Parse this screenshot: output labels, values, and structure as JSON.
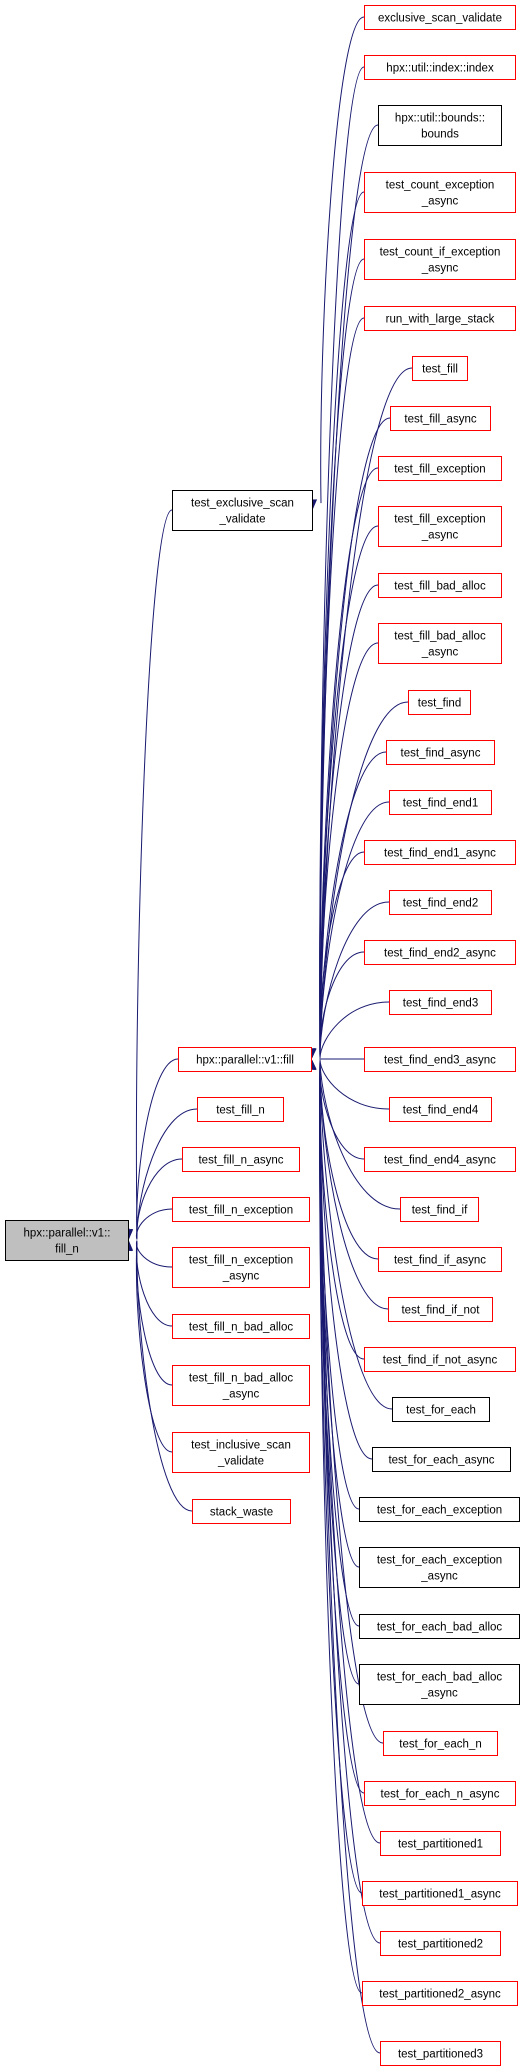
{
  "diagram": {
    "colors": {
      "edge": "#191970",
      "documented_border": "#000000",
      "undocumented_border": "#ff0000",
      "root_fill": "#bfbfbf"
    },
    "nodes": [
      {
        "id": "root",
        "lines": [
          "hpx::parallel::v1::",
          "fill_n"
        ],
        "style": "root"
      },
      {
        "id": "test_exclusive_scan_validate",
        "lines": [
          "test_exclusive_scan",
          "_validate"
        ],
        "style": "black"
      },
      {
        "id": "fill",
        "lines": [
          "hpx::parallel::v1::fill"
        ],
        "style": "red"
      },
      {
        "id": "test_fill_n",
        "lines": [
          "test_fill_n"
        ],
        "style": "red"
      },
      {
        "id": "test_fill_n_async",
        "lines": [
          "test_fill_n_async"
        ],
        "style": "red"
      },
      {
        "id": "test_fill_n_exception",
        "lines": [
          "test_fill_n_exception"
        ],
        "style": "red"
      },
      {
        "id": "test_fill_n_exception_async",
        "lines": [
          "test_fill_n_exception",
          "_async"
        ],
        "style": "red"
      },
      {
        "id": "test_fill_n_bad_alloc",
        "lines": [
          "test_fill_n_bad_alloc"
        ],
        "style": "red"
      },
      {
        "id": "test_fill_n_bad_alloc_async",
        "lines": [
          "test_fill_n_bad_alloc",
          "_async"
        ],
        "style": "red"
      },
      {
        "id": "test_inclusive_scan_validate",
        "lines": [
          "test_inclusive_scan",
          "_validate"
        ],
        "style": "red"
      },
      {
        "id": "stack_waste",
        "lines": [
          "stack_waste"
        ],
        "style": "red"
      },
      {
        "id": "exclusive_scan_validate",
        "lines": [
          "exclusive_scan_validate"
        ],
        "style": "red"
      },
      {
        "id": "index",
        "lines": [
          "hpx::util::index::index"
        ],
        "style": "red"
      },
      {
        "id": "bounds",
        "lines": [
          "hpx::util::bounds::",
          "bounds"
        ],
        "style": "black"
      },
      {
        "id": "test_count_exception_async",
        "lines": [
          "test_count_exception",
          "_async"
        ],
        "style": "red"
      },
      {
        "id": "test_count_if_exception_async",
        "lines": [
          "test_count_if_exception",
          "_async"
        ],
        "style": "red"
      },
      {
        "id": "run_with_large_stack",
        "lines": [
          "run_with_large_stack"
        ],
        "style": "red"
      },
      {
        "id": "test_fill",
        "lines": [
          "test_fill"
        ],
        "style": "red"
      },
      {
        "id": "test_fill_async",
        "lines": [
          "test_fill_async"
        ],
        "style": "red"
      },
      {
        "id": "test_fill_exception",
        "lines": [
          "test_fill_exception"
        ],
        "style": "red"
      },
      {
        "id": "test_fill_exception_async",
        "lines": [
          "test_fill_exception",
          "_async"
        ],
        "style": "red"
      },
      {
        "id": "test_fill_bad_alloc",
        "lines": [
          "test_fill_bad_alloc"
        ],
        "style": "red"
      },
      {
        "id": "test_fill_bad_alloc_async",
        "lines": [
          "test_fill_bad_alloc",
          "_async"
        ],
        "style": "red"
      },
      {
        "id": "test_find",
        "lines": [
          "test_find"
        ],
        "style": "red"
      },
      {
        "id": "test_find_async",
        "lines": [
          "test_find_async"
        ],
        "style": "red"
      },
      {
        "id": "test_find_end1",
        "lines": [
          "test_find_end1"
        ],
        "style": "red"
      },
      {
        "id": "test_find_end1_async",
        "lines": [
          "test_find_end1_async"
        ],
        "style": "red"
      },
      {
        "id": "test_find_end2",
        "lines": [
          "test_find_end2"
        ],
        "style": "red"
      },
      {
        "id": "test_find_end2_async",
        "lines": [
          "test_find_end2_async"
        ],
        "style": "red"
      },
      {
        "id": "test_find_end3",
        "lines": [
          "test_find_end3"
        ],
        "style": "red"
      },
      {
        "id": "test_find_end3_async",
        "lines": [
          "test_find_end3_async"
        ],
        "style": "red"
      },
      {
        "id": "test_find_end4",
        "lines": [
          "test_find_end4"
        ],
        "style": "red"
      },
      {
        "id": "test_find_end4_async",
        "lines": [
          "test_find_end4_async"
        ],
        "style": "red"
      },
      {
        "id": "test_find_if",
        "lines": [
          "test_find_if"
        ],
        "style": "red"
      },
      {
        "id": "test_find_if_async",
        "lines": [
          "test_find_if_async"
        ],
        "style": "red"
      },
      {
        "id": "test_find_if_not",
        "lines": [
          "test_find_if_not"
        ],
        "style": "red"
      },
      {
        "id": "test_find_if_not_async",
        "lines": [
          "test_find_if_not_async"
        ],
        "style": "red"
      },
      {
        "id": "test_for_each",
        "lines": [
          "test_for_each"
        ],
        "style": "black"
      },
      {
        "id": "test_for_each_async",
        "lines": [
          "test_for_each_async"
        ],
        "style": "black"
      },
      {
        "id": "test_for_each_exception",
        "lines": [
          "test_for_each_exception"
        ],
        "style": "black"
      },
      {
        "id": "test_for_each_exception_async",
        "lines": [
          "test_for_each_exception",
          "_async"
        ],
        "style": "black"
      },
      {
        "id": "test_for_each_bad_alloc",
        "lines": [
          "test_for_each_bad_alloc"
        ],
        "style": "black"
      },
      {
        "id": "test_for_each_bad_alloc_async",
        "lines": [
          "test_for_each_bad_alloc",
          "_async"
        ],
        "style": "black"
      },
      {
        "id": "test_for_each_n",
        "lines": [
          "test_for_each_n"
        ],
        "style": "red"
      },
      {
        "id": "test_for_each_n_async",
        "lines": [
          "test_for_each_n_async"
        ],
        "style": "red"
      },
      {
        "id": "test_partitioned1",
        "lines": [
          "test_partitioned1"
        ],
        "style": "red"
      },
      {
        "id": "test_partitioned1_async",
        "lines": [
          "test_partitioned1_async"
        ],
        "style": "red"
      },
      {
        "id": "test_partitioned2",
        "lines": [
          "test_partitioned2"
        ],
        "style": "red"
      },
      {
        "id": "test_partitioned2_async",
        "lines": [
          "test_partitioned2_async"
        ],
        "style": "red"
      },
      {
        "id": "test_partitioned3",
        "lines": [
          "test_partitioned3"
        ],
        "style": "red"
      }
    ],
    "edges": [
      {
        "from": "test_exclusive_scan_validate",
        "to": "root"
      },
      {
        "from": "fill",
        "to": "root"
      },
      {
        "from": "test_fill_n",
        "to": "root"
      },
      {
        "from": "test_fill_n_async",
        "to": "root"
      },
      {
        "from": "test_fill_n_exception",
        "to": "root"
      },
      {
        "from": "test_fill_n_exception_async",
        "to": "root"
      },
      {
        "from": "test_fill_n_bad_alloc",
        "to": "root"
      },
      {
        "from": "test_fill_n_bad_alloc_async",
        "to": "root"
      },
      {
        "from": "test_inclusive_scan_validate",
        "to": "root"
      },
      {
        "from": "stack_waste",
        "to": "root"
      },
      {
        "from": "exclusive_scan_validate",
        "to": "test_exclusive_scan_validate"
      },
      {
        "from": "index",
        "to": "fill"
      },
      {
        "from": "bounds",
        "to": "fill"
      },
      {
        "from": "test_count_exception_async",
        "to": "fill"
      },
      {
        "from": "test_count_if_exception_async",
        "to": "fill"
      },
      {
        "from": "run_with_large_stack",
        "to": "fill"
      },
      {
        "from": "test_fill",
        "to": "fill"
      },
      {
        "from": "test_fill_async",
        "to": "fill"
      },
      {
        "from": "test_fill_exception",
        "to": "fill"
      },
      {
        "from": "test_fill_exception_async",
        "to": "fill"
      },
      {
        "from": "test_fill_bad_alloc",
        "to": "fill"
      },
      {
        "from": "test_fill_bad_alloc_async",
        "to": "fill"
      },
      {
        "from": "test_find",
        "to": "fill"
      },
      {
        "from": "test_find_async",
        "to": "fill"
      },
      {
        "from": "test_find_end1",
        "to": "fill"
      },
      {
        "from": "test_find_end1_async",
        "to": "fill"
      },
      {
        "from": "test_find_end2",
        "to": "fill"
      },
      {
        "from": "test_find_end2_async",
        "to": "fill"
      },
      {
        "from": "test_find_end3",
        "to": "fill"
      },
      {
        "from": "test_find_end3_async",
        "to": "fill"
      },
      {
        "from": "test_find_end4",
        "to": "fill"
      },
      {
        "from": "test_find_end4_async",
        "to": "fill"
      },
      {
        "from": "test_find_if",
        "to": "fill"
      },
      {
        "from": "test_find_if_async",
        "to": "fill"
      },
      {
        "from": "test_find_if_not",
        "to": "fill"
      },
      {
        "from": "test_find_if_not_async",
        "to": "fill"
      },
      {
        "from": "test_for_each",
        "to": "fill"
      },
      {
        "from": "test_for_each_async",
        "to": "fill"
      },
      {
        "from": "test_for_each_exception",
        "to": "fill"
      },
      {
        "from": "test_for_each_exception_async",
        "to": "fill"
      },
      {
        "from": "test_for_each_bad_alloc",
        "to": "fill"
      },
      {
        "from": "test_for_each_bad_alloc_async",
        "to": "fill"
      },
      {
        "from": "test_for_each_n",
        "to": "fill"
      },
      {
        "from": "test_for_each_n_async",
        "to": "fill"
      },
      {
        "from": "test_partitioned1",
        "to": "fill"
      },
      {
        "from": "test_partitioned1_async",
        "to": "fill"
      },
      {
        "from": "test_partitioned2",
        "to": "fill"
      },
      {
        "from": "test_partitioned2_async",
        "to": "fill"
      },
      {
        "from": "test_partitioned3",
        "to": "fill"
      }
    ]
  }
}
